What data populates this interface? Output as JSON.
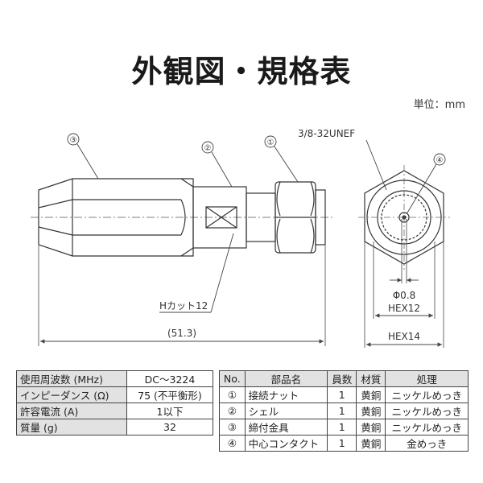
{
  "title": "外観図・規格表",
  "unit_label": "単位：mm",
  "callouts": [
    "①",
    "②",
    "③",
    "④"
  ],
  "labels": {
    "thread": "3/8-32UNEF",
    "h_cut": "Hカット12",
    "length": "(51.3)",
    "diameter": "Φ0.8",
    "hex12": "HEX12",
    "hex14": "HEX14"
  },
  "spec_table": [
    {
      "key": "使用周波数 (MHz)",
      "value": "DC〜3224"
    },
    {
      "key": "インピーダンス (Ω)",
      "value": "75 (不平衡形)"
    },
    {
      "key": "許容電流 (A)",
      "value": "1以下"
    },
    {
      "key": "質量 (g)",
      "value": "32"
    }
  ],
  "parts_table": {
    "headers": [
      "No.",
      "部品名",
      "員数",
      "材質",
      "処理"
    ],
    "rows": [
      [
        "①",
        "接続ナット",
        "1",
        "黄銅",
        "ニッケルめっき"
      ],
      [
        "②",
        "シェル",
        "1",
        "黄銅",
        "ニッケルめっき"
      ],
      [
        "③",
        "締付金具",
        "1",
        "黄銅",
        "ニッケルめっき"
      ],
      [
        "④",
        "中心コンタクト",
        "1",
        "黄銅",
        "金めっき"
      ]
    ]
  }
}
